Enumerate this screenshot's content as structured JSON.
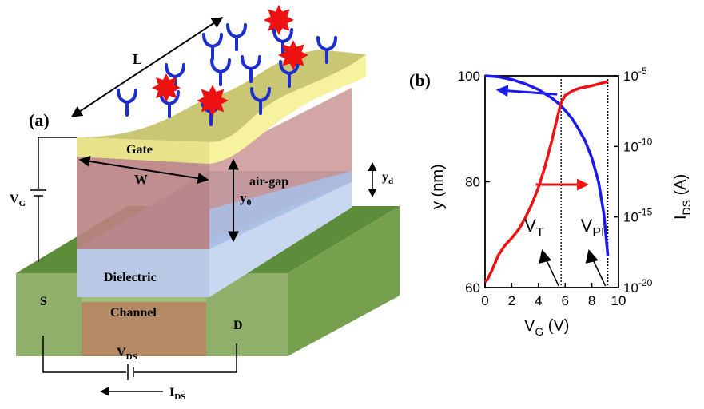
{
  "device": {
    "panel_label": "(a)",
    "label_L": "L",
    "label_W": "W",
    "gate": "Gate",
    "air_gap": "air-gap",
    "y0": "y",
    "y0_sub": "0",
    "yd": "y",
    "yd_sub": "d",
    "vg": "V",
    "vg_sub": "G",
    "dielectric": "Dielectric",
    "channel": "Channel",
    "source": "S",
    "drain": "D",
    "vds": "V",
    "vds_sub": "DS",
    "ids": "I",
    "ids_sub": "DS",
    "colors": {
      "gate_top": "#c9c774",
      "gate_side": "#f6f29e",
      "airgap": "#d9a7a7",
      "dielectric": "#b9c9e6",
      "substrate_top": "#5d8c3a",
      "substrate_front": "#9fbd7c",
      "channel": "#b48a64",
      "receptor": "#1d2ed1",
      "target": "#ee1111"
    },
    "icons": [
      "receptor-icon",
      "target-molecule-icon"
    ]
  },
  "chart_data": {
    "type": "line",
    "panel_label": "(b)",
    "xlabel": "V",
    "xlabel_sub": "G",
    "xlabel_unit": " (V)",
    "ylabel_left": "y (nm)",
    "ylabel_right": "I",
    "ylabel_right_sub": "DS",
    "ylabel_right_unit": " (A)",
    "xlim": [
      0,
      10
    ],
    "ylim_left": [
      60,
      100
    ],
    "ylim_right_log10": [
      -20,
      -5
    ],
    "x_ticks": [
      "0",
      "2",
      "4",
      "6",
      "8",
      "10"
    ],
    "y_left_ticks": [
      "60",
      "80",
      "100"
    ],
    "y_right_ticks": [
      {
        "base": "10",
        "exp": "-20",
        "value": -20
      },
      {
        "base": "10",
        "exp": "-15",
        "value": -15
      },
      {
        "base": "10",
        "exp": "-10",
        "value": -10
      },
      {
        "base": "10",
        "exp": "-5",
        "value": -5
      }
    ],
    "series": [
      {
        "axis": "left",
        "color": "#1a1aee",
        "x": [
          0,
          1,
          2,
          3,
          4,
          5,
          5.5,
          6,
          6.5,
          7,
          7.5,
          8,
          8.5,
          8.9,
          9.2
        ],
        "y": [
          100,
          99.8,
          99.3,
          98.5,
          97.4,
          95.8,
          94.8,
          93.5,
          92,
          90,
          87.7,
          84.5,
          80,
          74,
          66
        ]
      },
      {
        "axis": "right",
        "color": "#ee1111",
        "x": [
          0,
          0.2,
          0.5,
          1,
          1.5,
          2,
          2.5,
          3,
          3.5,
          4,
          4.5,
          5,
          5.4,
          5.7,
          6,
          6.5,
          7,
          8,
          9.2
        ],
        "y": [
          -19.6,
          -19.4,
          -18.8,
          -17.7,
          -17.0,
          -16.5,
          -15.9,
          -15.1,
          -14.1,
          -12.9,
          -11.4,
          -9.6,
          -8.0,
          -6.9,
          -6.4,
          -6.1,
          -5.9,
          -5.7,
          -5.4
        ]
      }
    ],
    "vlines": [
      5.7,
      9.2
    ],
    "annotations": [
      {
        "text": "V",
        "sub": "T",
        "x": 5.7
      },
      {
        "text": "V",
        "sub": "PI",
        "x": 9.2
      }
    ]
  }
}
